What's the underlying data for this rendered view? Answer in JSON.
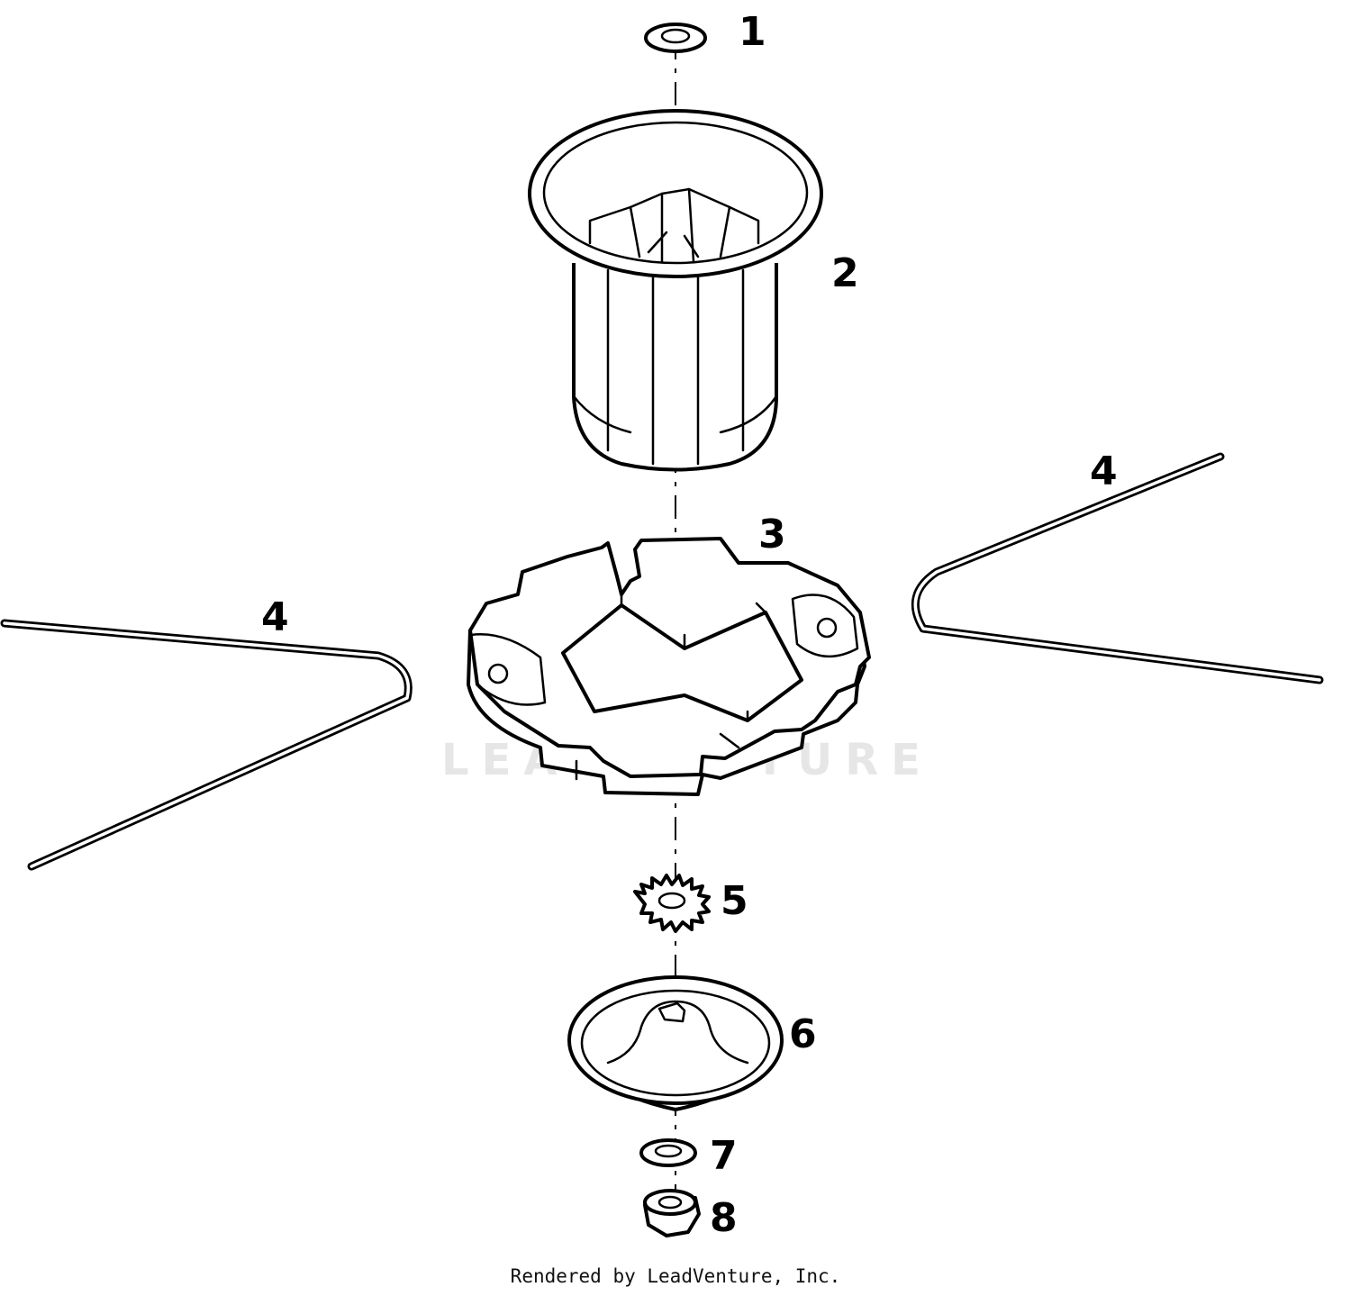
{
  "callouts": {
    "washer_top": "1",
    "spool_cup": "2",
    "head": "3",
    "line_right": "4",
    "line_left": "4",
    "lock_washer": "5",
    "cap": "6",
    "washer_bottom": "7",
    "nut": "8"
  },
  "watermark": "LEADVENTURE",
  "footer": "Rendered by LeadVenture, Inc."
}
